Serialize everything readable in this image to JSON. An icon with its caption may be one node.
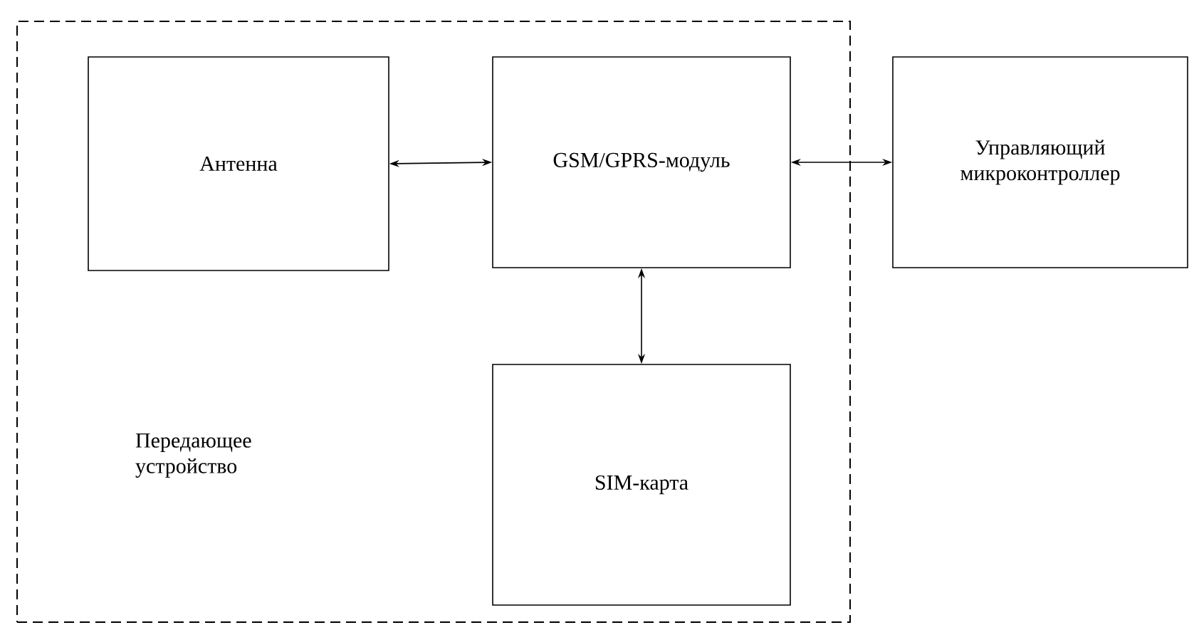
{
  "diagram": {
    "nodes": [
      {
        "text": [
          "Передающее устройство"
        ]
      },
      {
        "text": [
          "Антенна"
        ],
        "in": 0
      },
      {
        "text": [
          "GSM/GPRS-модуль"
        ],
        "in": 0
      },
      {
        "text": [
          "Управляющий микроконтроллер"
        ]
      },
      {
        "text": [
          "SIM-карта"
        ],
        "in": 0
      }
    ],
    "edges": [
      {
        "from": 1,
        "to": 2,
        "arrow": "both"
      },
      {
        "from": 2,
        "to": 3,
        "arrow": "both"
      },
      {
        "from": 2,
        "to": 4,
        "arrow": "both"
      }
    ]
  }
}
